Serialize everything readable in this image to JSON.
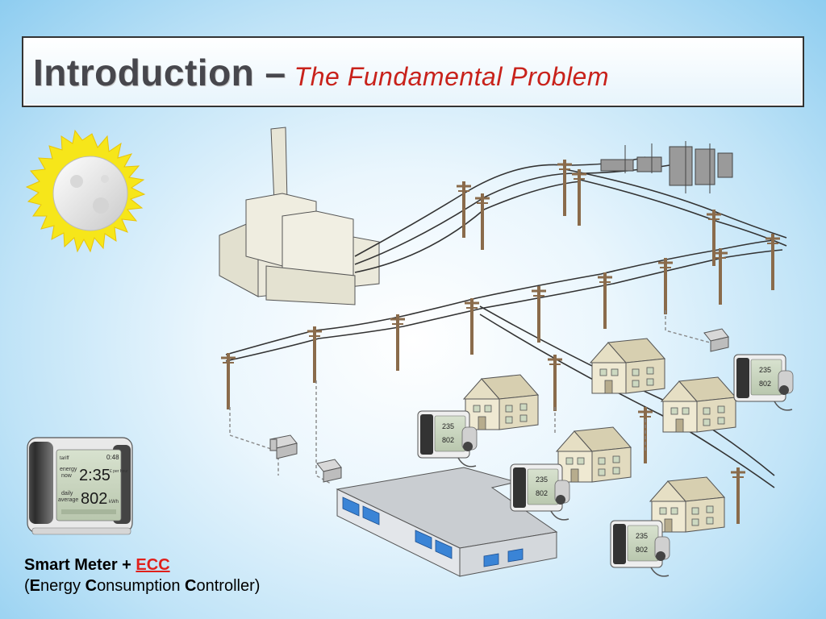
{
  "title": {
    "main": "Introduction –",
    "sub": "The Fundamental Problem"
  },
  "meter_display": {
    "tariff": "tariff",
    "time": "0:48",
    "energy_label": "energy",
    "now_label": "now",
    "now_value": "2:35",
    "currency_unit": "£ per hour",
    "daily_label": "daily",
    "average_label": "average",
    "average_value": "802",
    "kwh_unit": "kWh",
    "small_now": "235",
    "small_avg": "802"
  },
  "caption": {
    "line1_bold": "Smart Meter +",
    "line1_red": "ECC",
    "line2_open": "(",
    "l2_e": "E",
    "l2_energy": "nergy",
    "l2_c1": "C",
    "l2_consumption": "onsumption",
    "l2_c2": "C",
    "l2_controller": "ontroller)"
  },
  "colors": {
    "title_text": "#47474d",
    "title_sub": "#c8221b",
    "ecc_red": "#e0201b",
    "sun_yellow": "#f6e61a",
    "pole_brown": "#8a6b4b"
  }
}
